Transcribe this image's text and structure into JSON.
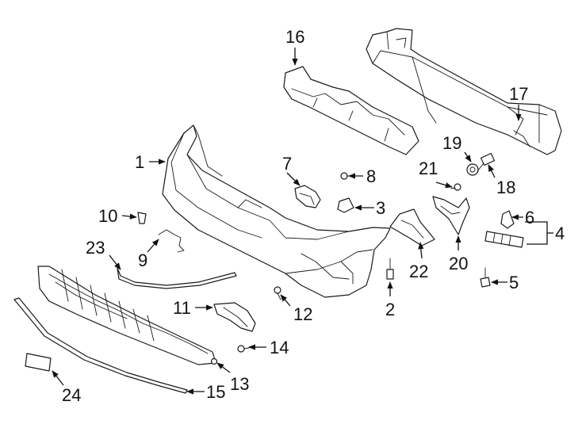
{
  "callouts": {
    "c1": "1",
    "c2": "2",
    "c3": "3",
    "c4": "4",
    "c5": "5",
    "c6": "6",
    "c7": "7",
    "c8": "8",
    "c9": "9",
    "c10": "10",
    "c11": "11",
    "c12": "12",
    "c13": "13",
    "c14": "14",
    "c15": "15",
    "c16": "16",
    "c17": "17",
    "c18": "18",
    "c19": "19",
    "c20": "20",
    "c21": "21",
    "c22": "22",
    "c23": "23",
    "c24": "24"
  },
  "colors": {
    "line": "#1a1a1a",
    "background": "#ffffff"
  }
}
